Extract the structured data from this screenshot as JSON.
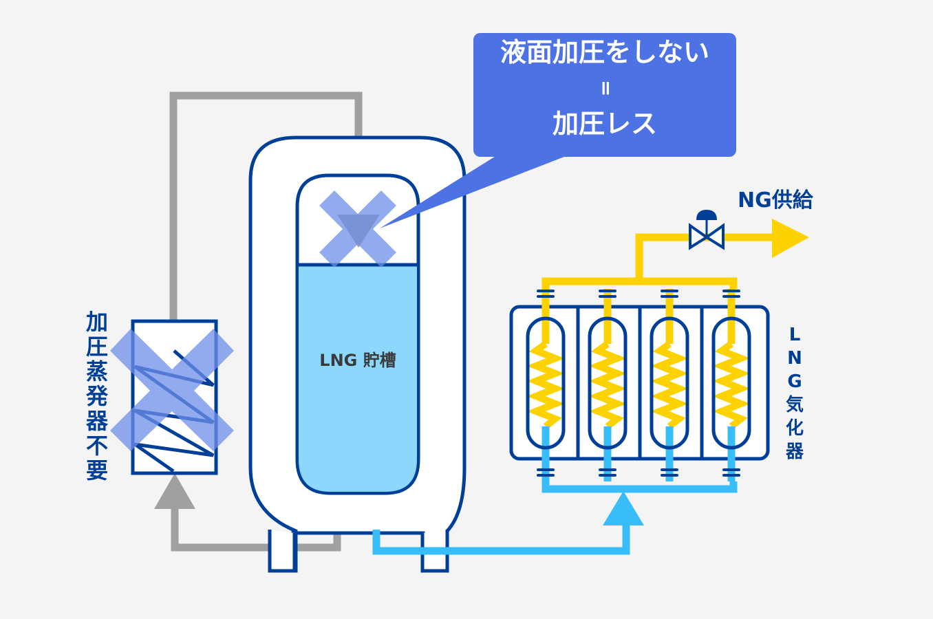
{
  "callout": {
    "line1": "液面加圧をしない",
    "line2": "॥",
    "line3": "加圧レス"
  },
  "labels": {
    "ng_supply": "NG供給",
    "tank": "LNG 貯槽",
    "evaporator": [
      "加",
      "圧",
      "蒸",
      "発",
      "器",
      "不",
      "要"
    ],
    "vaporizer": [
      "L",
      "N",
      "G",
      "気",
      "化",
      "器"
    ]
  },
  "colors": {
    "callout_bg": "#4d72e4",
    "outline": "#003f98",
    "liquid": "#8bd8fc",
    "lng_pipe": "#38bdf8",
    "ng_pipe": "#fcd200",
    "gas_pipe": "#a0a0a0",
    "cross": "#6e8ee8"
  },
  "icons": {
    "valve": "control-valve-icon",
    "arrow_out": "arrow-right-icon",
    "cross": "cross-mark-icon"
  }
}
